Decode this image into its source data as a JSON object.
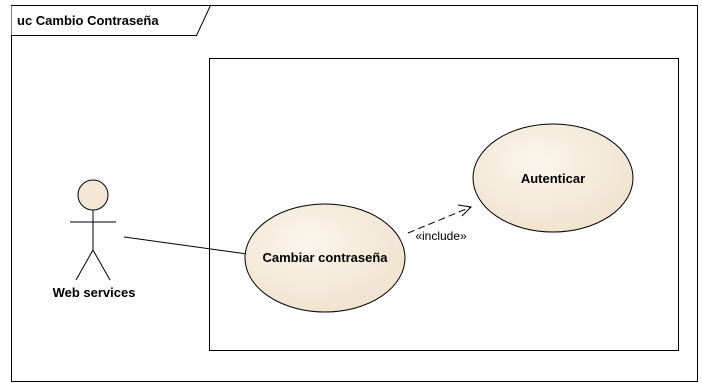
{
  "frame": {
    "title": "uc Cambio Contraseña"
  },
  "actor": {
    "name": "Web services"
  },
  "use_cases": [
    {
      "label": "Cambiar contraseña"
    },
    {
      "label": "Autenticar"
    }
  ],
  "relationships": {
    "include_label": "«include»"
  },
  "colors": {
    "use_case_fill": "#f3e8d8",
    "actor_fill": "#f3e8d8",
    "line": "#000000",
    "background": "#ffffff"
  }
}
